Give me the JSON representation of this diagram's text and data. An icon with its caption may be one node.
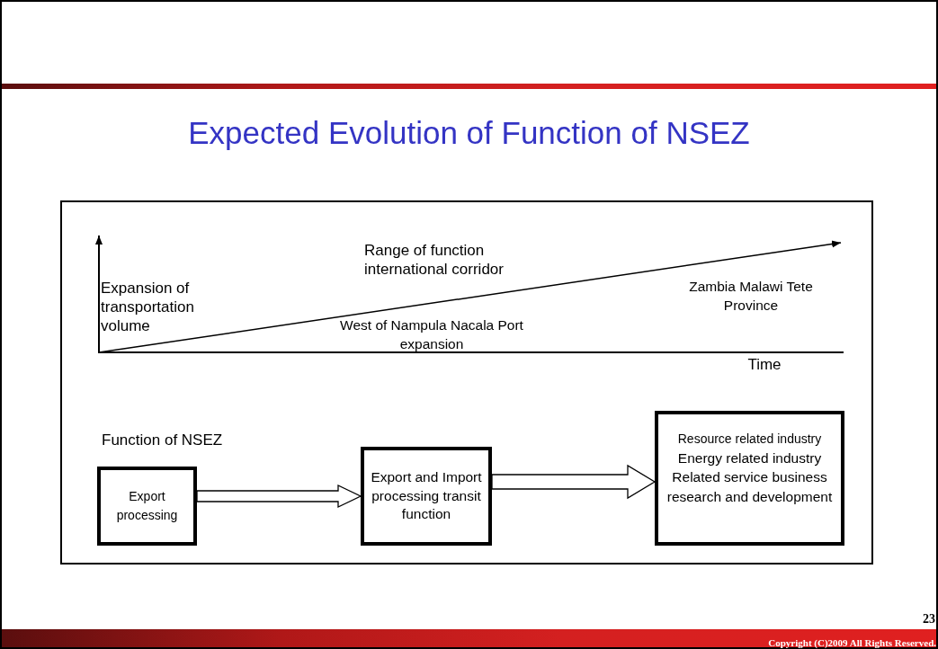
{
  "diagram": {
    "title": "Expected Evolution of Function of NSEZ",
    "nodes": [
      {
        "text": [
          "Export processing"
        ]
      },
      {
        "text": [
          "Export and Import processing transit function"
        ]
      },
      {
        "text": [
          "Resource related industry",
          "Energy related industry",
          "Related service business",
          "research and development"
        ]
      }
    ],
    "edges": [
      {
        "from": 0,
        "to": 1,
        "arrow": "to"
      },
      {
        "from": 1,
        "to": 2,
        "arrow": "to"
      }
    ],
    "labels": [
      "Range of function international corridor",
      "Expansion of transportation volume",
      "Zambia Malawi Tete Province",
      "West of Nampula Nacala Port expansion",
      "Time",
      "Function of NSEZ",
      "23",
      "Copyright (C)2009 All Rights Reserved."
    ]
  }
}
